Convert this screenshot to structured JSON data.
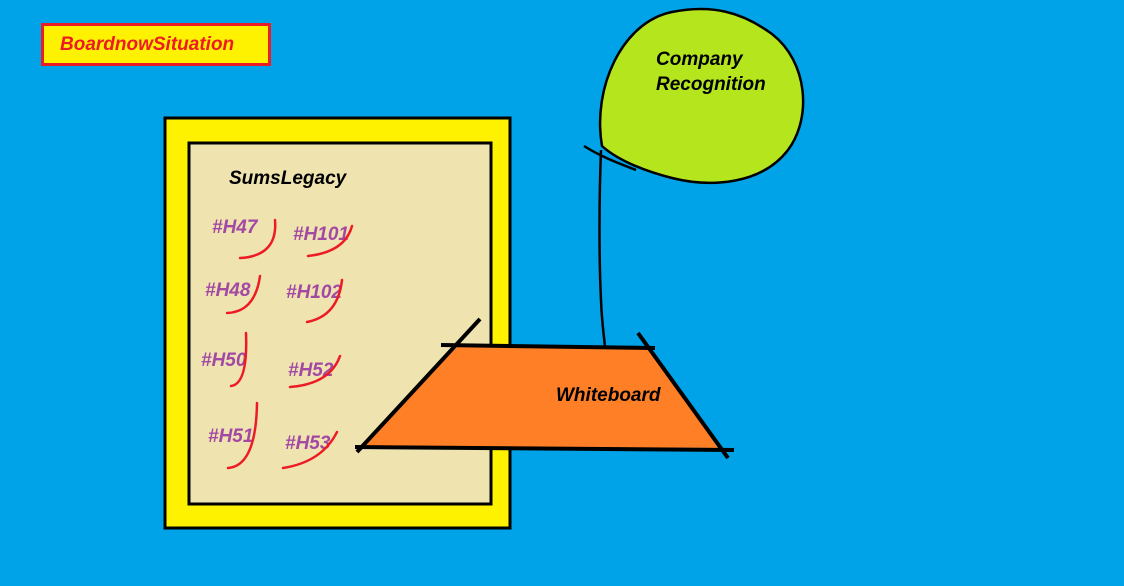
{
  "title": "BoardnowSituation",
  "board": {
    "label": "SumsLegacy",
    "items": [
      "#H47",
      "#H101",
      "#H48",
      "#H102",
      "#H50",
      "#H52",
      "#H51",
      "#H53"
    ]
  },
  "whiteboard_label": "Whiteboard",
  "bubble_label_line1": "Company",
  "bubble_label_line2": "Recognition",
  "colors": {
    "background": "#00a2e8",
    "title_fill": "#fff200",
    "title_border": "#ed1c24",
    "board_frame": "#fff200",
    "board_fill": "#efe4b0",
    "item_text": "#a349a4",
    "checkmark": "#ed1c24",
    "whiteboard_fill": "#ff7f27",
    "bubble_fill": "#b5e61d"
  }
}
